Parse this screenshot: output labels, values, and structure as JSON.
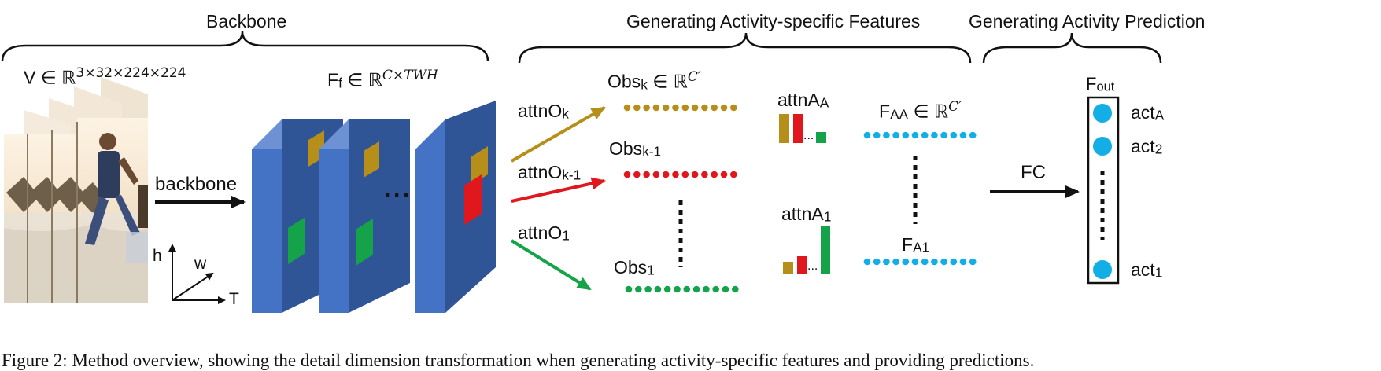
{
  "headers": {
    "backbone": "Backbone",
    "features": "Generating Activity-specific Features",
    "prediction": "Generating Activity Prediction"
  },
  "input": {
    "v_name": "V",
    "in_symbol": "∈",
    "v_space": "ℝ",
    "v_dims": "3×32×224×224",
    "backbone_arrow_label": "backbone"
  },
  "axes": {
    "h": "h",
    "w": "w",
    "t": "T"
  },
  "feature_map": {
    "name": "F",
    "sub": "f",
    "in_symbol": "∈",
    "space": "ℝ",
    "dims": "C×TWH",
    "ellipsis": "···"
  },
  "attention_arrows": [
    {
      "name": "attnO",
      "sub": "k",
      "color": "#b58f1a"
    },
    {
      "name": "attnO",
      "sub": "k-1",
      "color": "#e0171d"
    },
    {
      "name": "attnO",
      "sub": "1",
      "color": "#15a34a"
    }
  ],
  "observations": {
    "top_name": "Obs",
    "top_sub": "k",
    "in_symbol": "∈",
    "space": "ℝ",
    "dims": "C′",
    "mid_name": "Obs",
    "mid_sub": "k-1",
    "bot_name": "Obs",
    "bot_sub": "1"
  },
  "activity_attention": {
    "top_name": "attnA",
    "top_sub": "A",
    "bot_name": "attnA",
    "bot_sub": "1",
    "ellipsis": "..."
  },
  "activity_features": {
    "top_name": "F",
    "top_sub": "AA",
    "in_symbol": "∈",
    "space": "ℝ",
    "dims": "C′",
    "bot_name": "F",
    "bot_sub": "A1"
  },
  "fc_label": "FC",
  "output": {
    "name": "F",
    "sub": "out",
    "acts": [
      {
        "name": "act",
        "sub": "A"
      },
      {
        "name": "act",
        "sub": "2"
      },
      {
        "name": "act",
        "sub": "1"
      }
    ]
  },
  "colors": {
    "gold": "#b58f1a",
    "red": "#e0171d",
    "green": "#15a34a",
    "cyan": "#14aee6",
    "block_front": "#4472c4",
    "block_side": "#2f5597",
    "block_top": "#6d91d4"
  },
  "caption": "Figure 2: Method overview, showing the detail dimension transformation when generating activity-specific features and providing predictions."
}
